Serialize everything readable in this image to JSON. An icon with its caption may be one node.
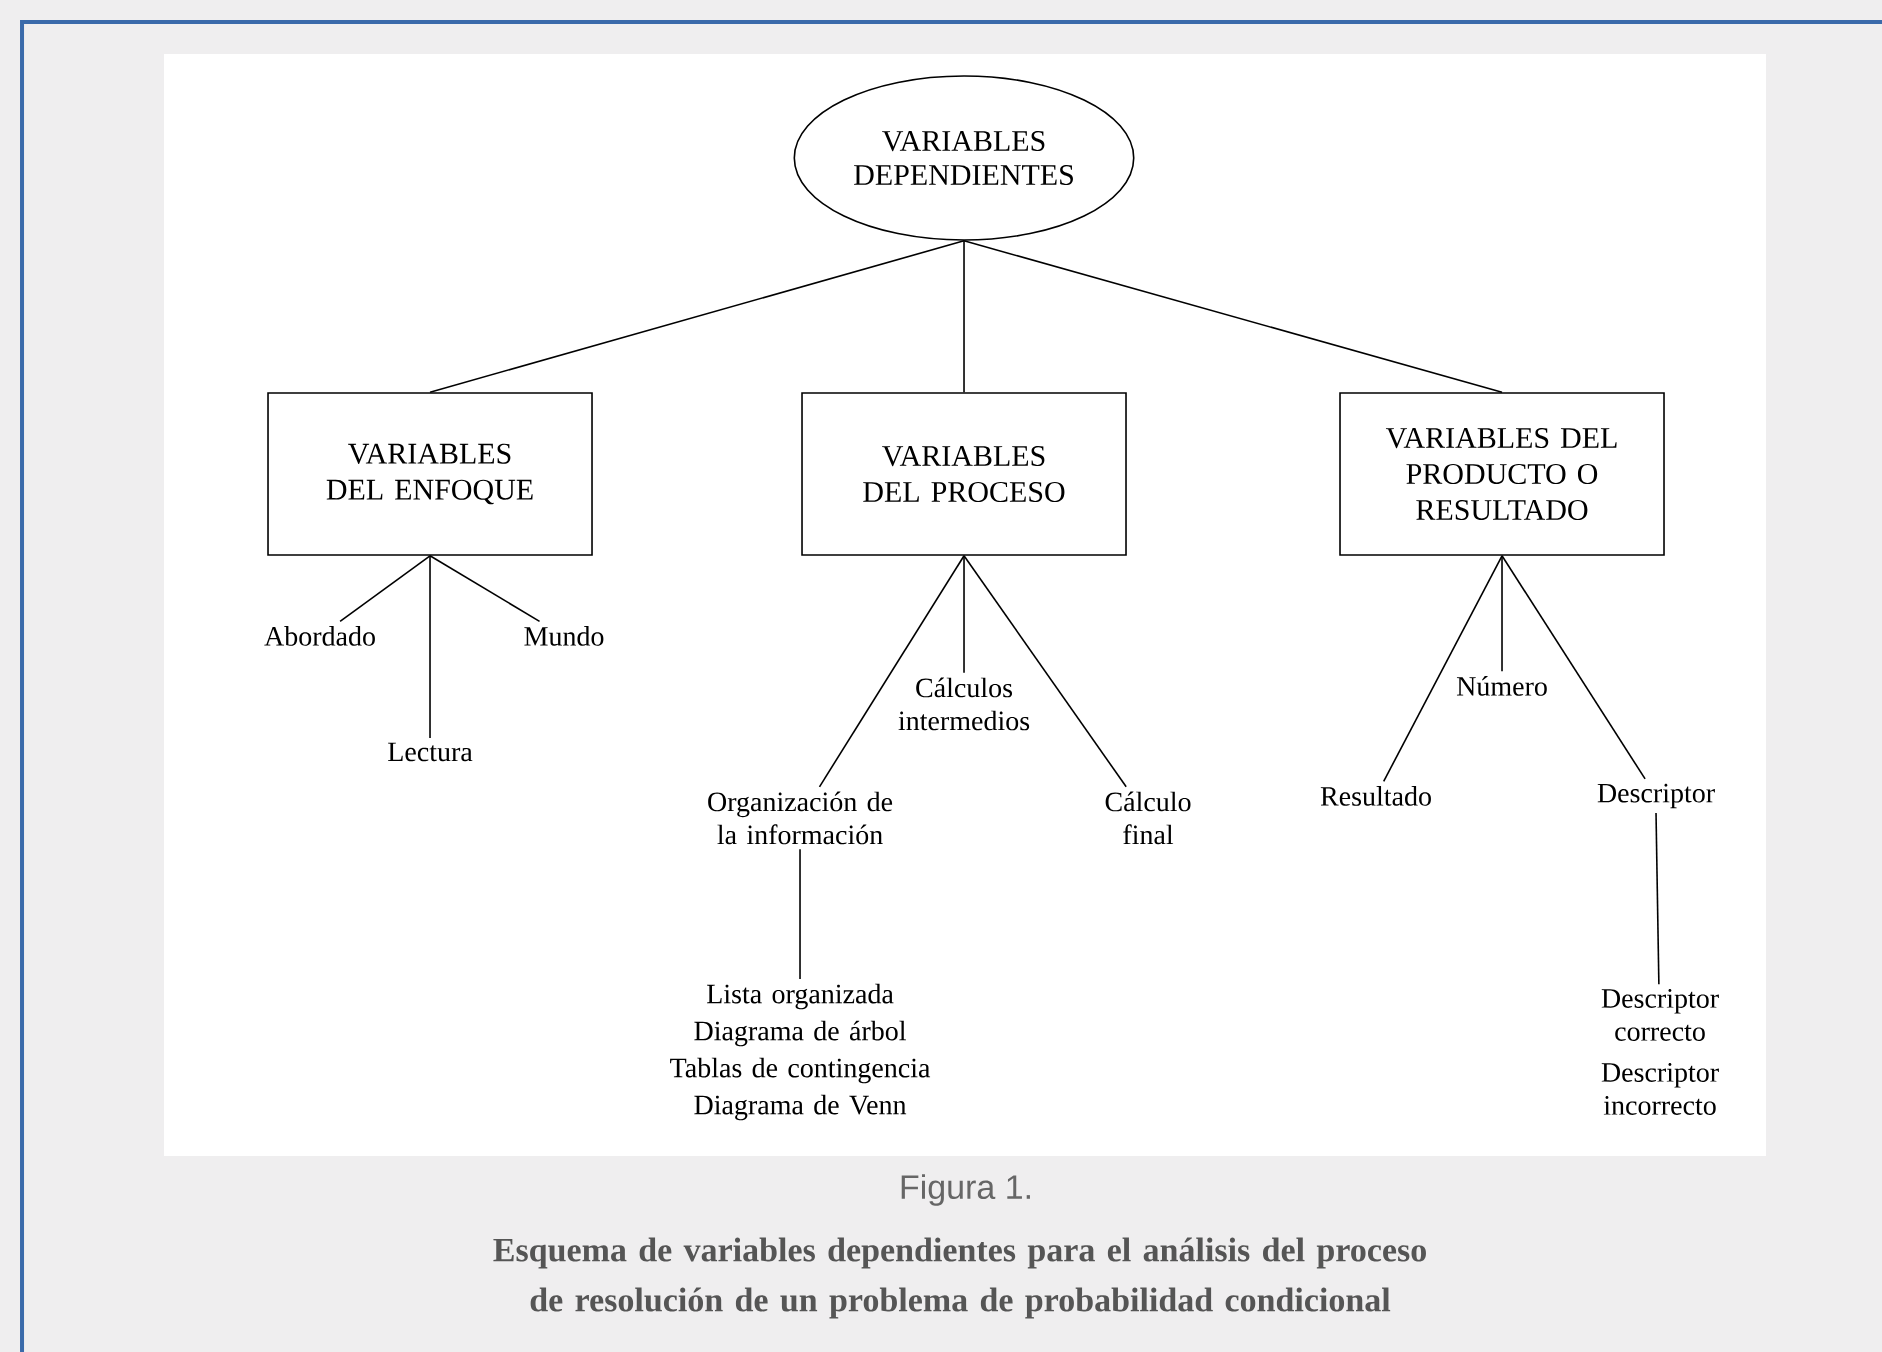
{
  "diagram": {
    "caption": "Esquema de variables dependientes para el análisis del proceso de resolución de un problema de probabilidad condicional",
    "nodes": [
      {
        "text": [
          "VARIABLES DEPENDIENTES"
        ]
      },
      {
        "text": [
          "VARIABLES DEL ENFOQUE"
        ]
      },
      {
        "text": [
          "VARIABLES DEL PROCESO"
        ]
      },
      {
        "text": [
          "VARIABLES DEL PRODUCTO O RESULTADO"
        ]
      },
      {
        "text": [
          "Abordado"
        ]
      },
      {
        "text": [
          "Lectura"
        ]
      },
      {
        "text": [
          "Mundo"
        ]
      },
      {
        "text": [
          "Cálculos intermedios"
        ]
      },
      {
        "text": [
          "Organización de la información"
        ]
      },
      {
        "text": [
          "Cálculo final"
        ]
      },
      {
        "text": [
          "Lista organizada",
          "Diagrama de árbol",
          "Tablas de contingencia",
          "Diagrama de Venn"
        ]
      },
      {
        "text": [
          "Número"
        ]
      },
      {
        "text": [
          "Resultado"
        ]
      },
      {
        "text": [
          "Descriptor"
        ]
      },
      {
        "text": [
          "Descriptor correcto",
          "Descriptor incorrecto"
        ]
      }
    ],
    "edges": [
      {
        "from": 0,
        "to": 1,
        "arrow": "none"
      },
      {
        "from": 0,
        "to": 2,
        "arrow": "none"
      },
      {
        "from": 0,
        "to": 3,
        "arrow": "none"
      },
      {
        "from": 1,
        "to": 4,
        "arrow": "none"
      },
      {
        "from": 1,
        "to": 5,
        "arrow": "none"
      },
      {
        "from": 1,
        "to": 6,
        "arrow": "none"
      },
      {
        "from": 2,
        "to": 8,
        "arrow": "none"
      },
      {
        "from": 2,
        "to": 7,
        "arrow": "none"
      },
      {
        "from": 2,
        "to": 9,
        "arrow": "none"
      },
      {
        "from": 8,
        "to": 10,
        "arrow": "none"
      },
      {
        "from": 3,
        "to": 12,
        "arrow": "none"
      },
      {
        "from": 3,
        "to": 11,
        "arrow": "none"
      },
      {
        "from": 3,
        "to": 13,
        "arrow": "none"
      },
      {
        "from": 13,
        "to": 14,
        "arrow": "none"
      }
    ],
    "labels": [
      "Figura 1."
    ]
  }
}
